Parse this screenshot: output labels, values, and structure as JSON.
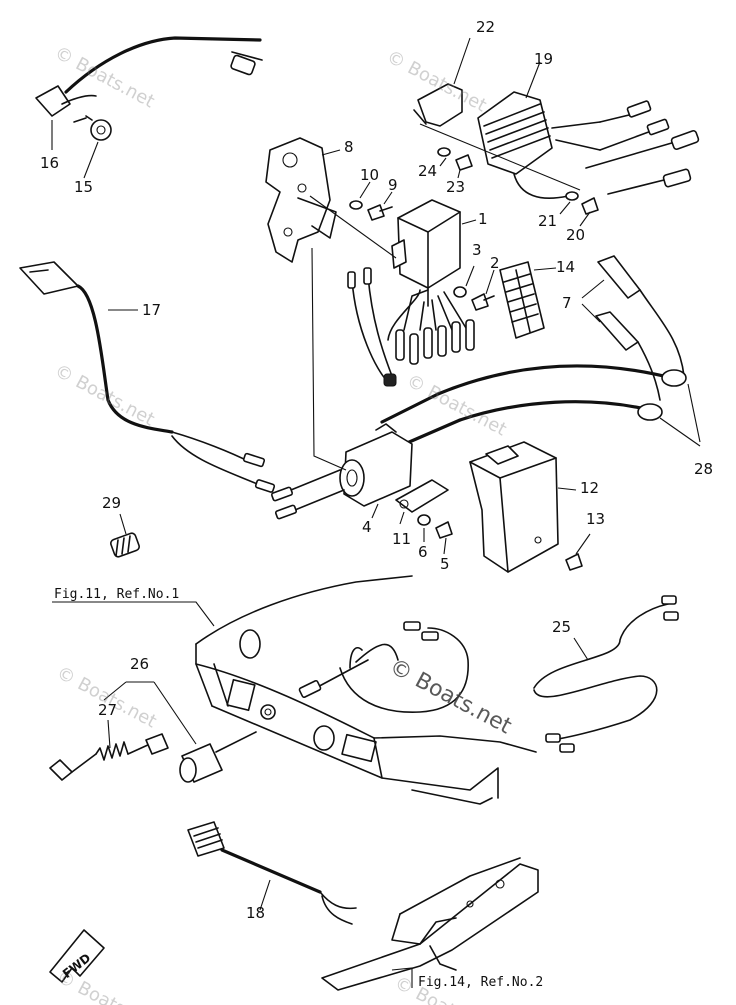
{
  "watermark": {
    "text": "© Boats.net"
  },
  "reference_notes": [
    {
      "id": "fig11",
      "text": "Fig.11, Ref.No.1"
    },
    {
      "id": "fig14",
      "text": "Fig.14, Ref.No.2"
    }
  ],
  "direction_marker": {
    "label": "FWD"
  },
  "callouts": [
    {
      "id": "c1",
      "text": "1"
    },
    {
      "id": "c2",
      "text": "2"
    },
    {
      "id": "c3",
      "text": "3"
    },
    {
      "id": "c4",
      "text": "4"
    },
    {
      "id": "c5",
      "text": "5"
    },
    {
      "id": "c6",
      "text": "6"
    },
    {
      "id": "c7",
      "text": "7"
    },
    {
      "id": "c8",
      "text": "8"
    },
    {
      "id": "c9",
      "text": "9"
    },
    {
      "id": "c10",
      "text": "10"
    },
    {
      "id": "c11",
      "text": "11"
    },
    {
      "id": "c12",
      "text": "12"
    },
    {
      "id": "c13",
      "text": "13"
    },
    {
      "id": "c14",
      "text": "14"
    },
    {
      "id": "c15",
      "text": "15"
    },
    {
      "id": "c16",
      "text": "16"
    },
    {
      "id": "c17",
      "text": "17"
    },
    {
      "id": "c18",
      "text": "18"
    },
    {
      "id": "c19",
      "text": "19"
    },
    {
      "id": "c20",
      "text": "20"
    },
    {
      "id": "c21",
      "text": "21"
    },
    {
      "id": "c22",
      "text": "22"
    },
    {
      "id": "c23",
      "text": "23"
    },
    {
      "id": "c24",
      "text": "24"
    },
    {
      "id": "c25",
      "text": "25"
    },
    {
      "id": "c26",
      "text": "26"
    },
    {
      "id": "c27",
      "text": "27"
    },
    {
      "id": "c28",
      "text": "28"
    },
    {
      "id": "c29",
      "text": "29"
    }
  ]
}
